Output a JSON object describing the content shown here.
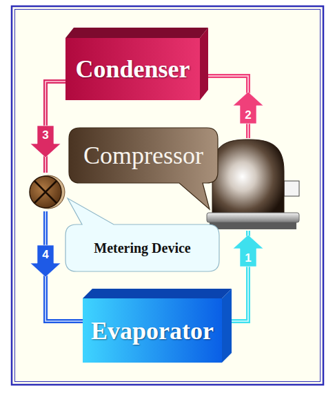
{
  "diagram": {
    "nodes": [
      {
        "text": [
          "Condenser"
        ]
      },
      {
        "text": [
          "Compressor"
        ]
      },
      {
        "text": [
          "Metering Device"
        ]
      },
      {
        "text": [
          "Evaporator"
        ]
      }
    ],
    "edges": [
      {
        "from": 3,
        "to": 1,
        "arrow": "to",
        "label": "1"
      },
      {
        "from": 1,
        "to": 0,
        "arrow": "to",
        "label": "2"
      },
      {
        "from": 0,
        "to": 2,
        "arrow": "to",
        "label": "3"
      },
      {
        "from": 2,
        "to": 3,
        "arrow": "to",
        "label": "4"
      }
    ]
  }
}
